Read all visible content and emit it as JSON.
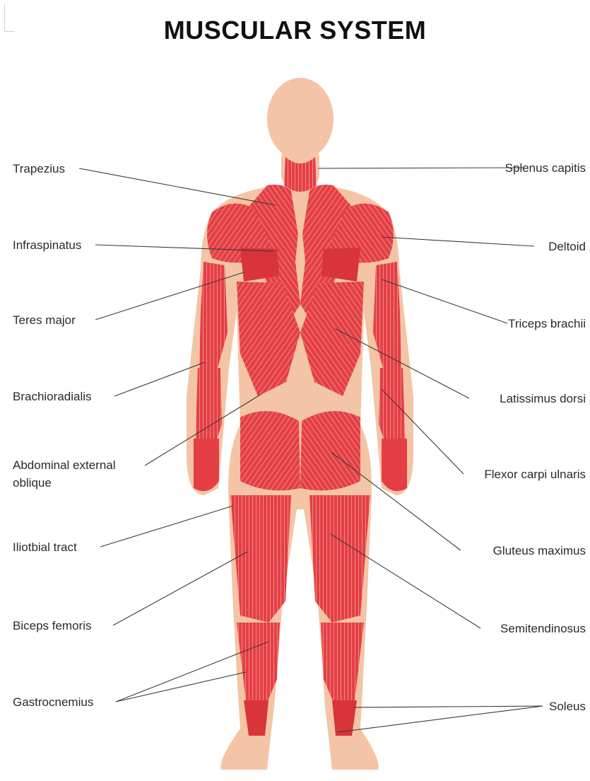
{
  "title": "MUSCULAR SYSTEM",
  "colors": {
    "skin": "#F4C4A6",
    "muscle": "#E43F44",
    "muscle_dark": "#C92630",
    "fiber": "#F6A7A4",
    "leader_line": "#3a3a3a"
  },
  "labels": {
    "left": [
      {
        "id": "trapezius",
        "text": "Trapezius"
      },
      {
        "id": "infraspinatus",
        "text": "Infraspinatus"
      },
      {
        "id": "teres-major",
        "text": "Teres major"
      },
      {
        "id": "brachioradialis",
        "text": "Brachioradialis"
      },
      {
        "id": "abdominal-external-oblique",
        "text": "Abdominal external oblique"
      },
      {
        "id": "iliotibial-tract",
        "text": "Iliotbial tract"
      },
      {
        "id": "biceps-femoris",
        "text": "Biceps femoris"
      },
      {
        "id": "gastrocnemius",
        "text": "Gastrocnemius"
      }
    ],
    "right": [
      {
        "id": "splenus-capitis",
        "text": "Splenus capitis"
      },
      {
        "id": "deltoid",
        "text": "Deltoid"
      },
      {
        "id": "triceps-brachii",
        "text": "Triceps brachii"
      },
      {
        "id": "latissimus-dorsi",
        "text": "Latissimus dorsi"
      },
      {
        "id": "flexor-carpi-ulnaris",
        "text": "Flexor carpi ulnaris"
      },
      {
        "id": "gluteus-maximus",
        "text": "Gluteus maximus"
      },
      {
        "id": "semitendinosus",
        "text": "Semitendinosus"
      },
      {
        "id": "soleus",
        "text": "Soleus"
      }
    ]
  }
}
